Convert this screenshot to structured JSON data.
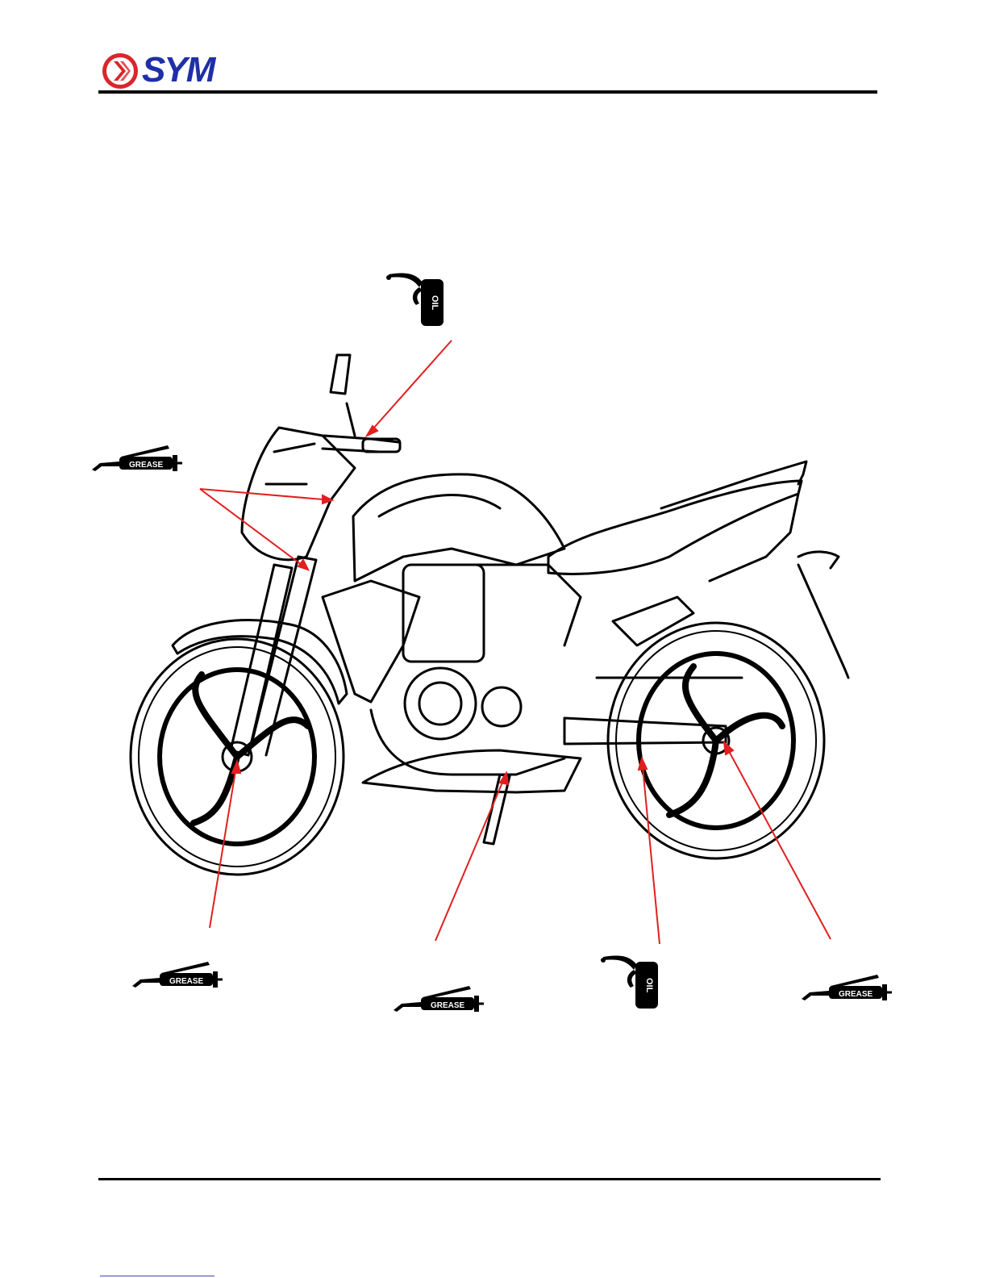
{
  "header": {
    "brand": "SYM",
    "colors": {
      "brand_red": "#d9262c",
      "brand_blue": "#1f2fa8"
    }
  },
  "labels": {
    "grease": "GREASE",
    "oil": "OIL"
  },
  "callouts": [
    {
      "name": "oil-throttle",
      "type": "oil"
    },
    {
      "name": "grease-steering",
      "type": "grease"
    },
    {
      "name": "grease-front-wheel",
      "type": "grease"
    },
    {
      "name": "grease-side-stand",
      "type": "grease"
    },
    {
      "name": "oil-drive-chain",
      "type": "oil"
    },
    {
      "name": "grease-rear-wheel",
      "type": "grease"
    }
  ],
  "colors": {
    "leader_line": "#e02020",
    "ink": "#000000"
  }
}
